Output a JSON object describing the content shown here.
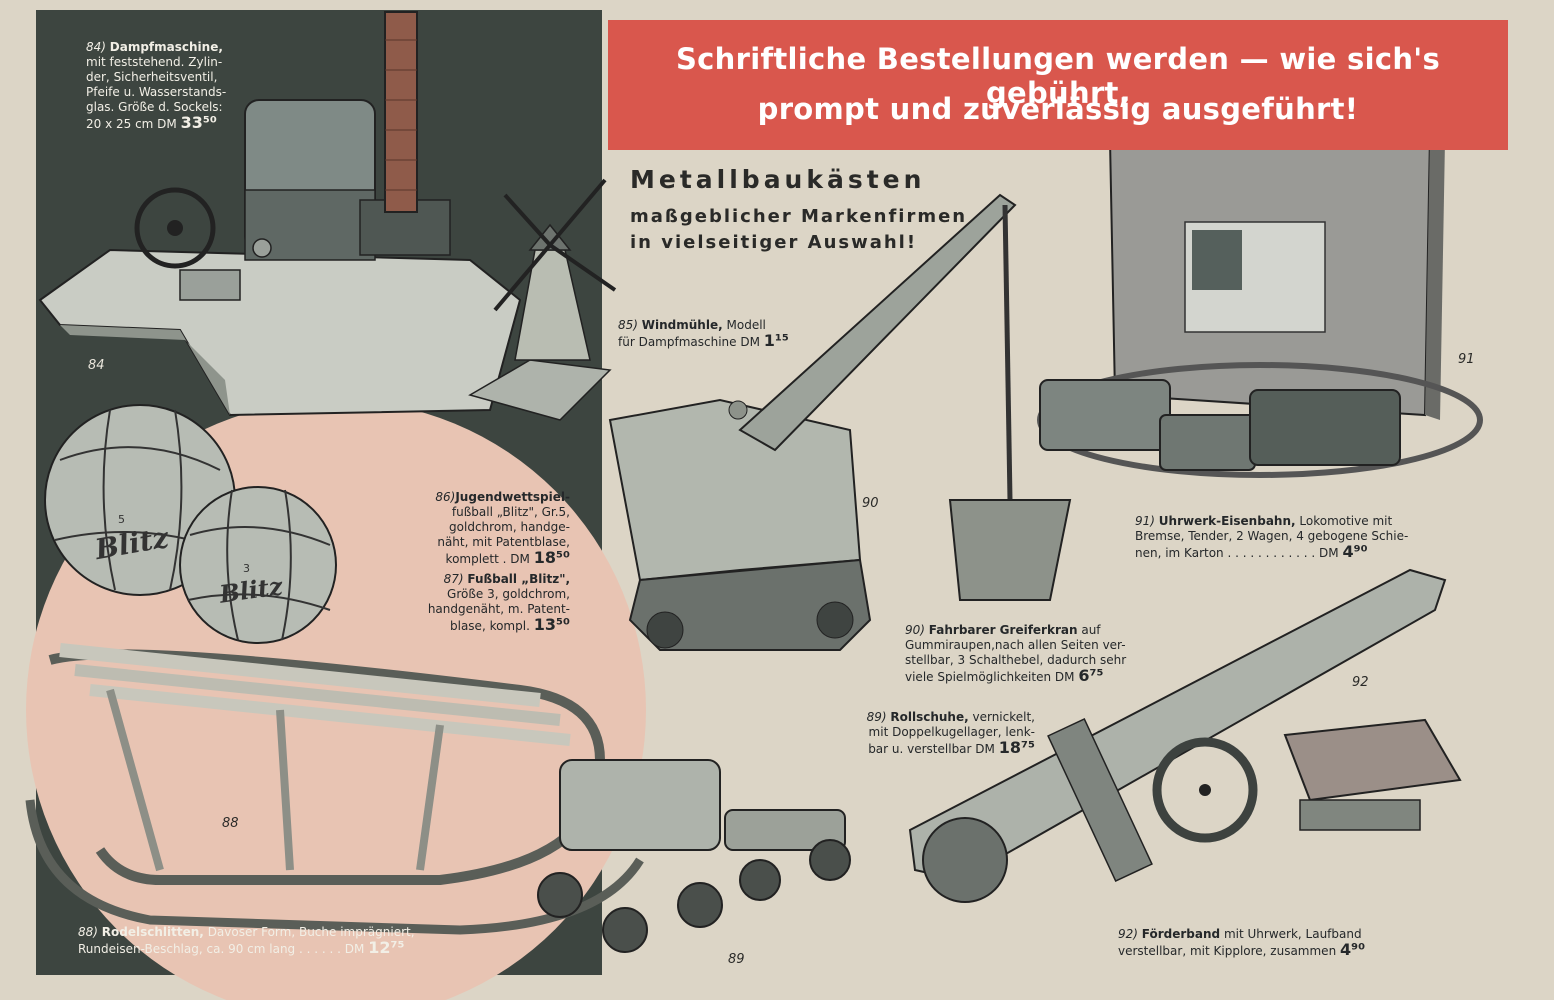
{
  "banner": {
    "line1": "Schriftliche Bestellungen werden — wie sich's gebührt,",
    "line2": "prompt und zuverlässig ausgeführt!",
    "color": "#d9574d"
  },
  "heading": {
    "title": "Metallbaukästen",
    "sub1": "maßgeblicher Markenfirmen",
    "sub2": "in vielseitiger Auswahl!"
  },
  "items": {
    "i84": {
      "no": "84)",
      "name": "Dampfmaschine,",
      "l1": "mit feststehend. Zylin-",
      "l2": "der, Sicherheitsventil,",
      "l3": "Pfeife u. Wasserstands-",
      "l4": "glas. Größe d. Sockels:",
      "l5": "20 x 25 cm  DM",
      "price": "33⁵⁰",
      "fig": "84"
    },
    "i85": {
      "no": "85)",
      "name": "Windmühle,",
      "l1": "Modell",
      "l2": "für Dampfmaschine DM",
      "price": "1¹⁵"
    },
    "i86": {
      "no": "86)",
      "name": "Jugendwettspiel-",
      "l1": "fußball „Blitz\", Gr.5,",
      "l2": "goldchrom, handge-",
      "l3": "näht, mit Patentblase,",
      "l4": "komplett . DM",
      "price": "18⁵⁰"
    },
    "i87": {
      "no": "87)",
      "name": "Fußball „Blitz\",",
      "l1": "Größe 3, goldchrom,",
      "l2": "handgenäht, m. Patent-",
      "l3": "blase, kompl.",
      "price": "13⁵⁰"
    },
    "i88": {
      "no": "88)",
      "name": "Rodelschlitten,",
      "l1": "Davoser Form, Buche imprägniert,",
      "l2": "Rundeisen-Beschlag, ca. 90 cm lang . . . . . . DM",
      "price": "12⁷⁵",
      "fig": "88"
    },
    "i89": {
      "no": "89)",
      "name": "Rollschuhe,",
      "l1": "vernickelt,",
      "l2": "mit Doppelkugellager, lenk-",
      "l3": "bar u. verstellbar DM",
      "price": "18⁷⁵",
      "fig": "89"
    },
    "i90": {
      "no": "90)",
      "name": "Fahrbarer Greiferkran",
      "l1": "auf",
      "l2": "Gummiraupen,nach allen Seiten ver-",
      "l3": "stellbar, 3 Schalthebel, dadurch sehr",
      "l4": "viele Spielmöglichkeiten DM",
      "price": "6⁷⁵",
      "fig": "90"
    },
    "i91": {
      "no": "91)",
      "name": "Uhrwerk-Eisenbahn,",
      "l1": "Lokomotive mit",
      "l2": "Bremse, Tender, 2 Wagen, 4 gebogene Schie-",
      "l3": "nen, im Karton . . . . . . . . . . . . DM",
      "price": "4⁹⁰",
      "fig": "91"
    },
    "i92": {
      "no": "92)",
      "name": "Förderband",
      "l1": "mit Uhrwerk, Laufband",
      "l2": "verstellbar, mit Kipplore, zusammen",
      "price": "4⁹⁰",
      "fig": "92"
    }
  },
  "ball_labels": {
    "brand": "Blitz",
    "size5": "5",
    "size3": "3"
  },
  "colors": {
    "paper": "#dcd5c6",
    "dark_panel": "#3d4540",
    "pink": "#e8c4b3",
    "ink": "#2a2a28"
  }
}
